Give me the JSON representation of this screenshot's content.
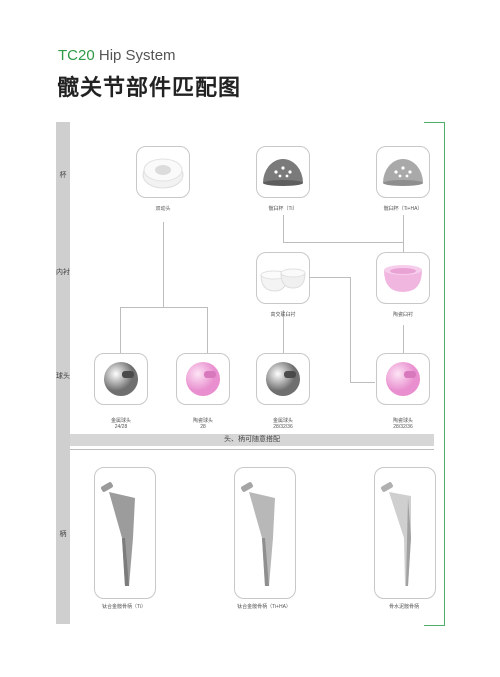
{
  "header": {
    "brand": "TC20",
    "title_en": " Hip System",
    "title_cn": "髋关节部件匹配图"
  },
  "rows": {
    "cup": "杯",
    "liner": "内衬",
    "head": "球头",
    "stem": "柄"
  },
  "cups": [
    {
      "caption": "双动头"
    },
    {
      "caption": "髋臼杯（Ti）"
    },
    {
      "caption": "髋臼杯（Ti+HA）"
    }
  ],
  "liners": [
    {
      "caption": "高交联臼衬"
    },
    {
      "caption": "陶瓷臼衬"
    }
  ],
  "heads": [
    {
      "caption": "金属球头",
      "sizes": "24/28"
    },
    {
      "caption": "陶瓷球头",
      "sizes": "28"
    },
    {
      "caption": "金属球头",
      "sizes": "28/32/36"
    },
    {
      "caption": "陶瓷球头",
      "sizes": "28/32/36"
    }
  ],
  "band_text": "头、柄可随意搭配",
  "stems": [
    {
      "caption": "钛合金髋骨柄（Ti）"
    },
    {
      "caption": "钛合金髋骨柄（Ti+HA）"
    },
    {
      "caption": "骨水泥髋骨柄"
    }
  ],
  "colors": {
    "brand_green": "#2f9a47",
    "ceramic_pink": "#f0b6e0",
    "grey_panel": "#cfcfcf"
  }
}
